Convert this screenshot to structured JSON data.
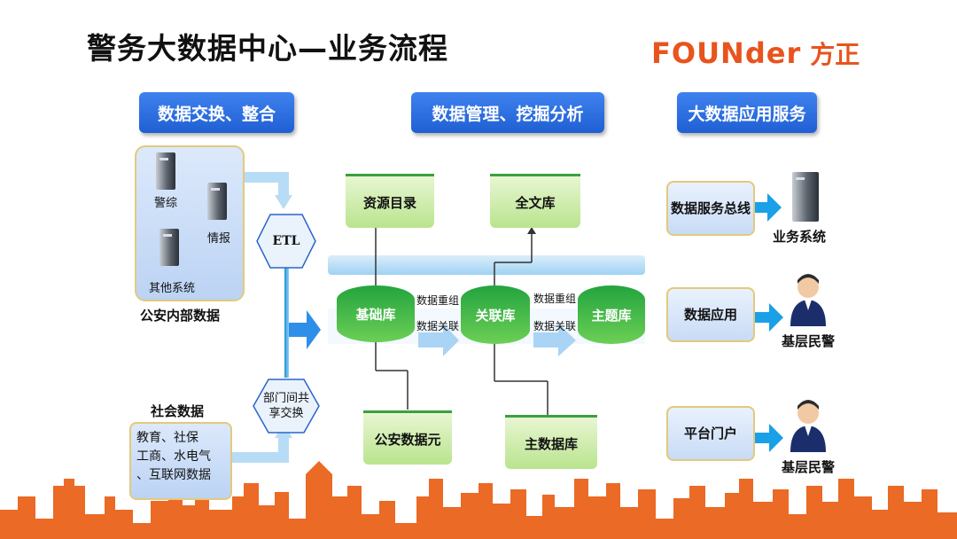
{
  "title": "警务大数据中心—业务流程",
  "logo": {
    "en": "FOUNder",
    "cn": "方正",
    "color": "#e8541e"
  },
  "headers": {
    "exchange": "数据交换、整合",
    "management": "数据管理、挖掘分析",
    "service": "大数据应用服务"
  },
  "internal": {
    "servers": [
      "警综",
      "情报",
      "其他系统"
    ],
    "caption": "公安内部数据"
  },
  "social": {
    "title": "社会数据",
    "items": [
      "教育、社保",
      "工商、水电气",
      "、互联网数据"
    ]
  },
  "hexagons": {
    "etl": "ETL",
    "exchange": "部门间共享交换"
  },
  "tabs": {
    "resource_catalog": "资源目录",
    "fulltext": "全文库",
    "police_meta": "公安数据元",
    "master_data": "主数据库"
  },
  "cylinders": {
    "base": "基础库",
    "relation": "关联库",
    "theme": "主题库"
  },
  "flow_labels": {
    "regroup1": "数据重组",
    "relate1": "数据关联",
    "regroup2": "数据重组",
    "relate2": "数据关联"
  },
  "services": [
    {
      "box": "数据服务总线",
      "target": "业务系统",
      "icon": "server-icon"
    },
    {
      "box": "数据应用",
      "target": "基层民警",
      "icon": "police-officer-icon"
    },
    {
      "box": "平台门户",
      "target": "基层民警",
      "icon": "police-officer-icon"
    }
  ],
  "colors": {
    "header_blue": "#2f6fe3",
    "arrow_blue": "#2e8fe8",
    "green": "#2fb24a",
    "skyline": "#ea6a26"
  }
}
